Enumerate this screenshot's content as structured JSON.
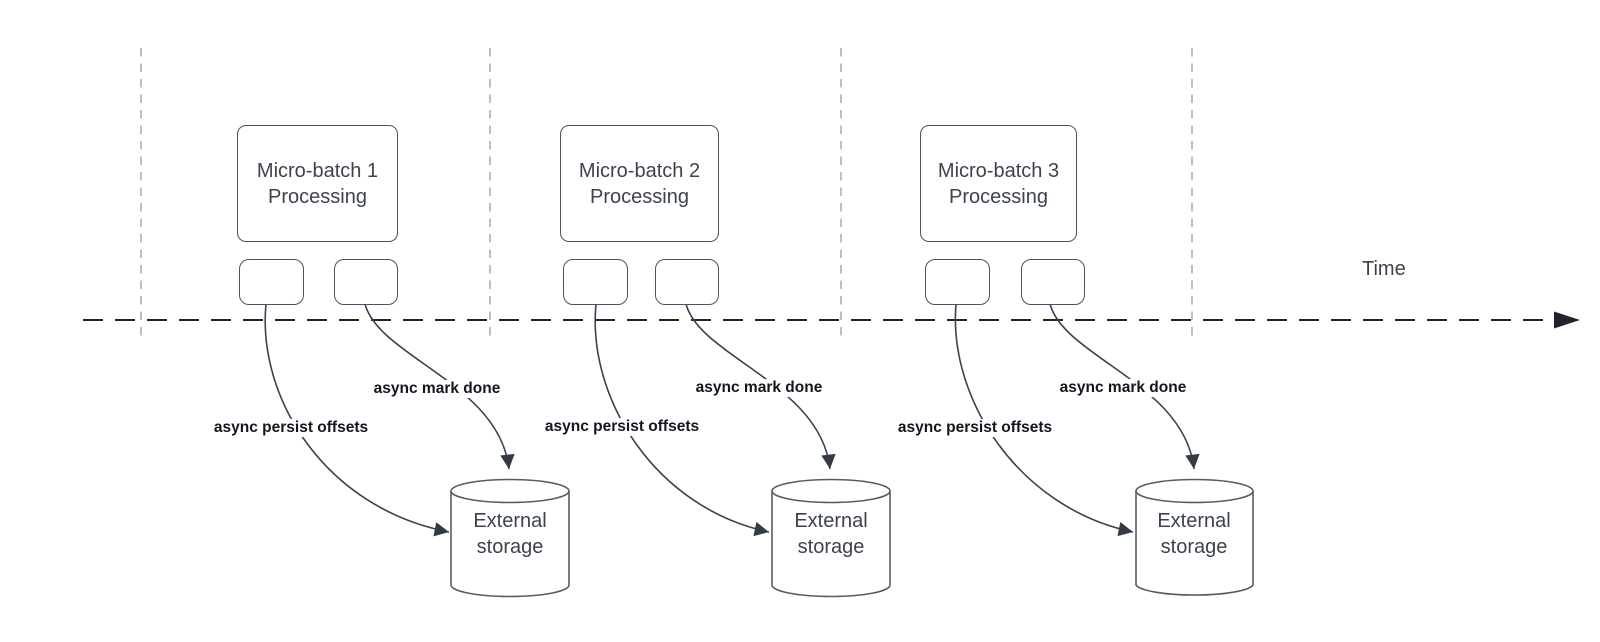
{
  "time_axis": {
    "label": "Time"
  },
  "columns": [
    {
      "process_label": "Micro-batch 1\nProcessing",
      "persist_label": "async persist offsets",
      "mark_done_label": "async mark done",
      "storage_label": "External\nstorage"
    },
    {
      "process_label": "Micro-batch 2\nProcessing",
      "persist_label": "async persist offsets",
      "mark_done_label": "async mark done",
      "storage_label": "External\nstorage"
    },
    {
      "process_label": "Micro-batch 3\nProcessing",
      "persist_label": "async persist offsets",
      "mark_done_label": "async mark done",
      "storage_label": "External\nstorage"
    }
  ],
  "colors": {
    "background": "#ffffff",
    "shape_border": "#4d535e",
    "shape_text": "#3d434d",
    "axis_line": "#20242d",
    "interval_divider_line": "#b4b8bd",
    "connector_line": "#3c424d",
    "connector_label_text": "#12171f"
  }
}
